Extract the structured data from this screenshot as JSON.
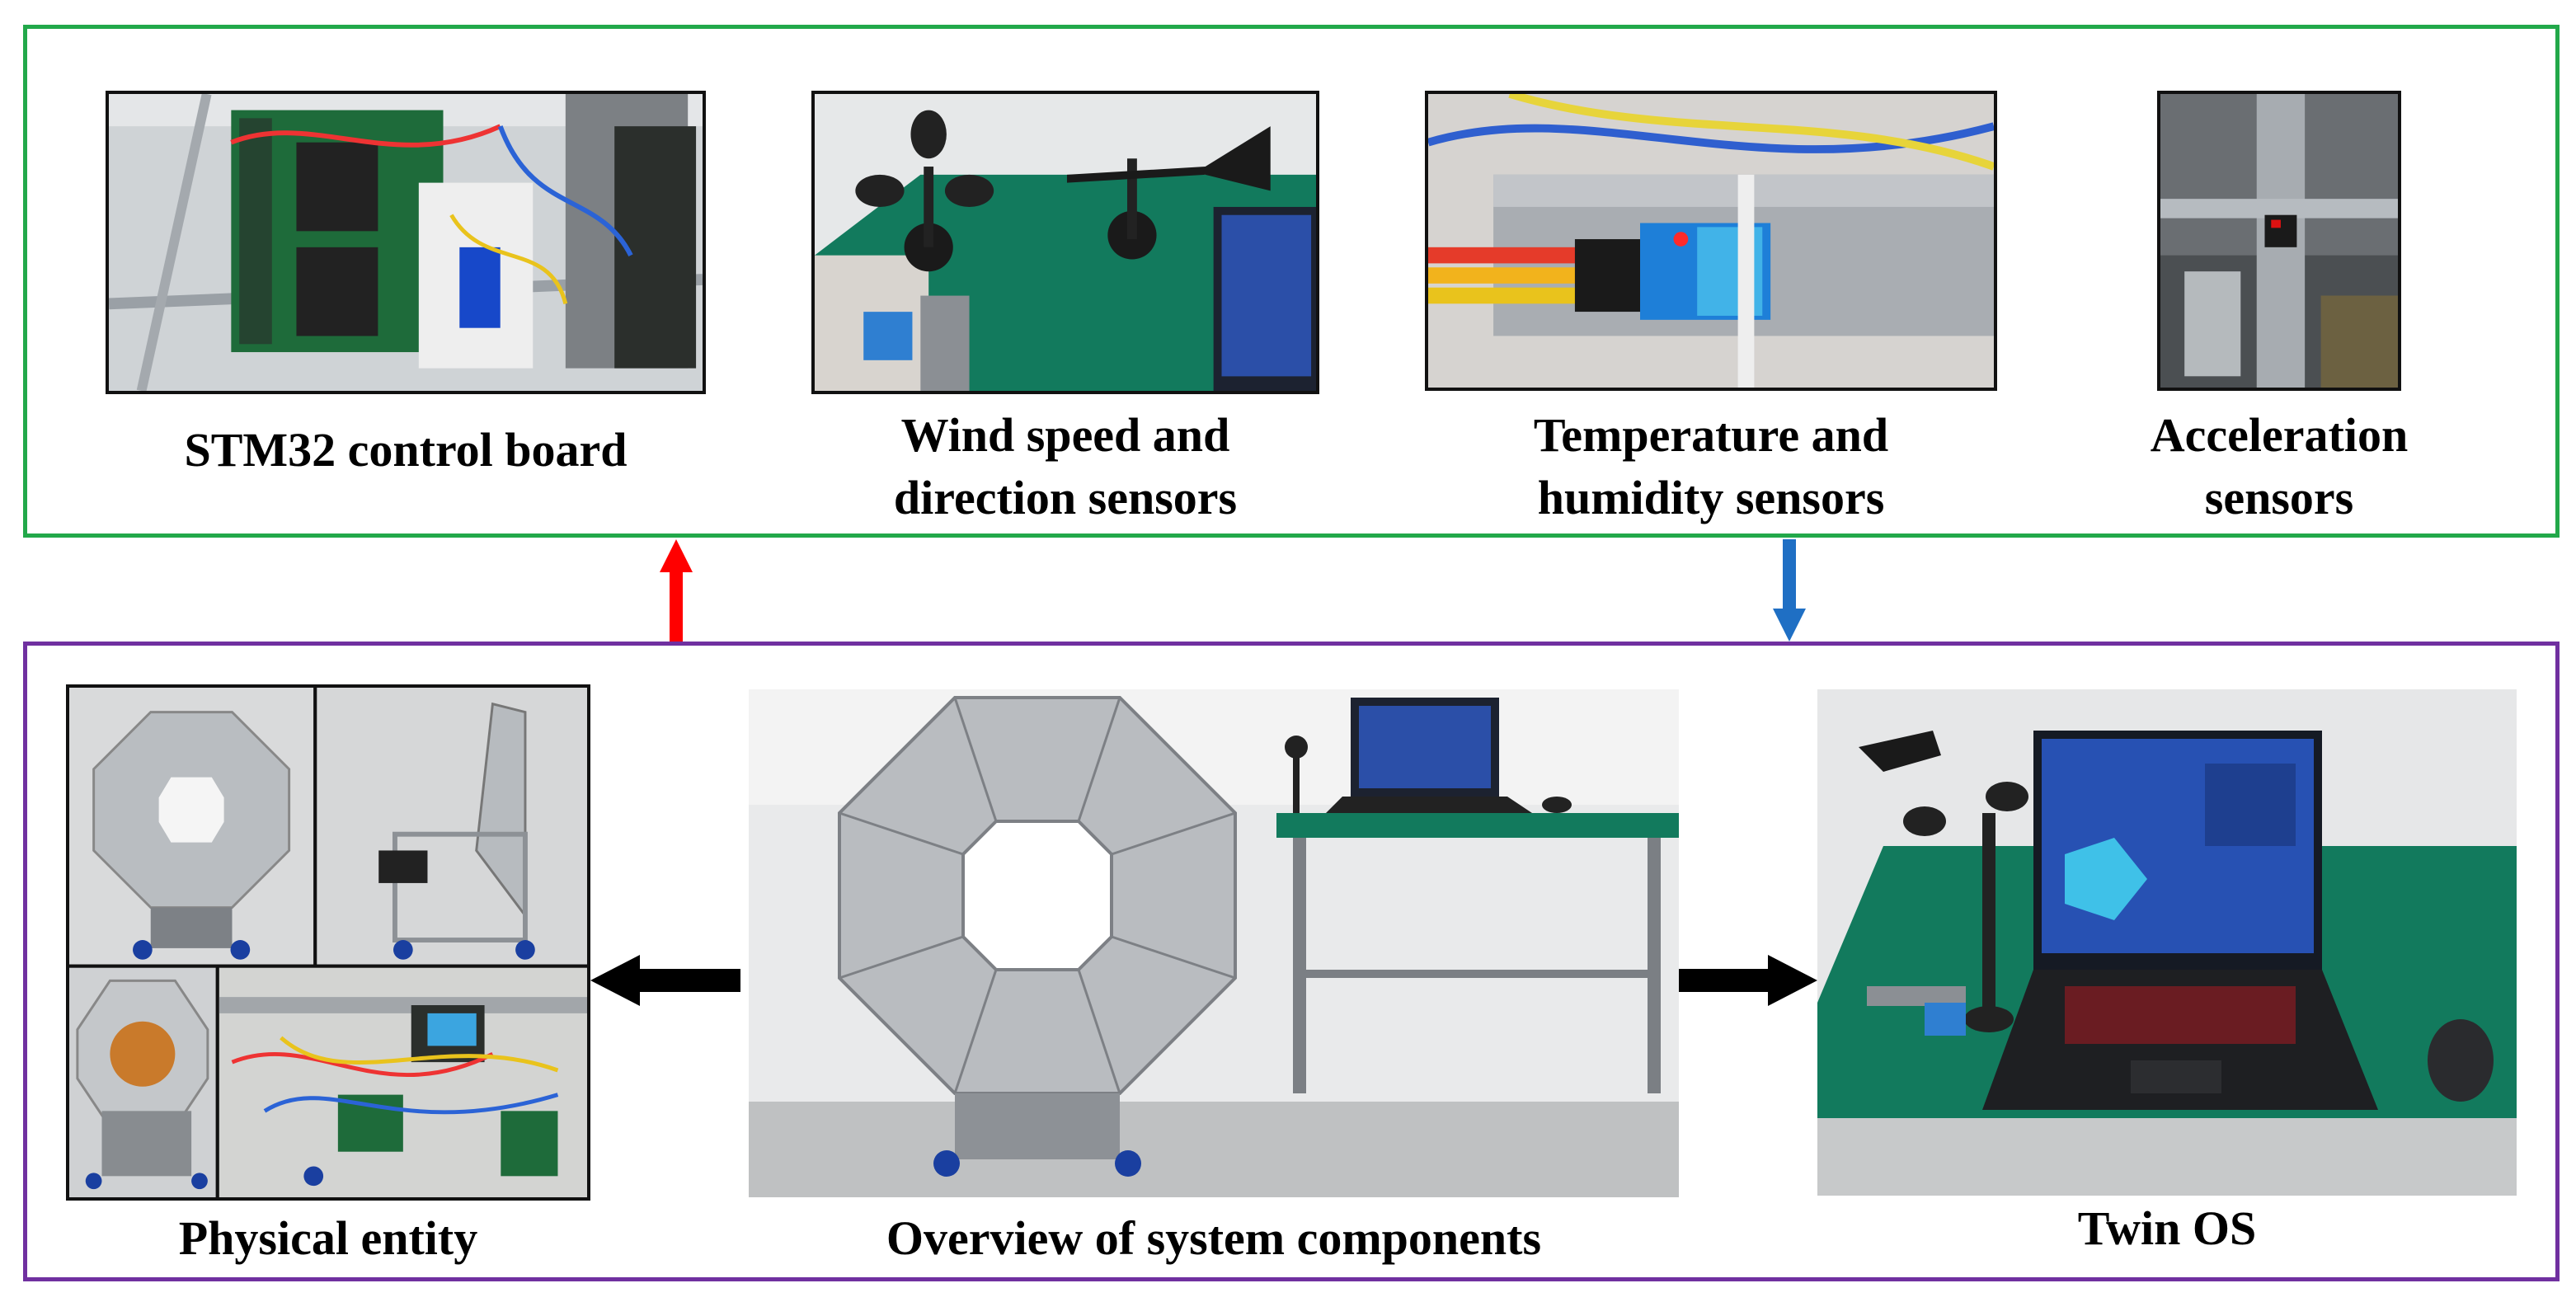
{
  "top_group": {
    "stm32_caption": "STM32 control board",
    "wind_caption_line1": "Wind speed and",
    "wind_caption_line2": "direction sensors",
    "temp_caption_line1": "Temperature and",
    "temp_caption_line2": "humidity sensors",
    "accel_caption_line1": "Acceleration",
    "accel_caption_line2": "sensors"
  },
  "bottom_group": {
    "physical_caption": "Physical entity",
    "overview_caption": "Overview of system components",
    "twin_caption": "Twin OS"
  },
  "colors": {
    "top_frame": "#22a84a",
    "bottom_frame": "#7030a0",
    "up_arrow": "#ff0000",
    "down_arrow": "#1f6fc4",
    "side_arrows": "#000000"
  },
  "icons": {
    "up_arrow": "arrow-up-icon",
    "down_arrow": "arrow-down-icon",
    "left_arrow": "arrow-left-icon",
    "right_arrow": "arrow-right-icon"
  }
}
